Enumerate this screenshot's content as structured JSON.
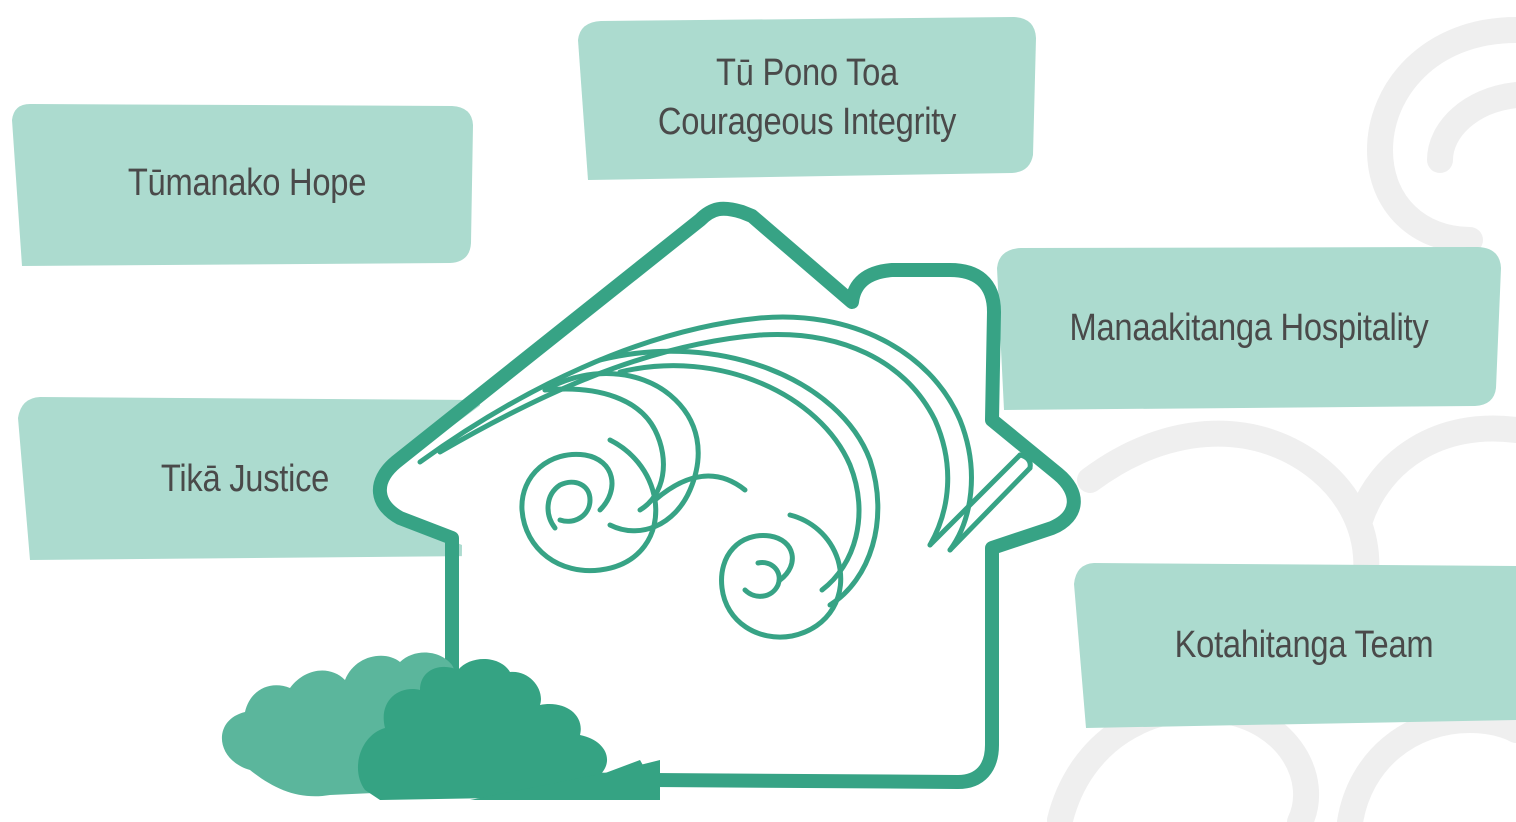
{
  "colors": {
    "card": "#acdbcf",
    "house_stroke": "#37a385",
    "bush_light": "#5bb69c",
    "bush_dark": "#35a383",
    "watermark": "#ececec",
    "text": "#4a4a4a"
  },
  "values": [
    {
      "id": "hope",
      "lines": [
        "Tūmanako Hope"
      ]
    },
    {
      "id": "integrity",
      "lines": [
        "Tū Pono Toa",
        "Courageous Integrity"
      ]
    },
    {
      "id": "hospitality",
      "lines": [
        "Manaakitanga Hospitality"
      ]
    },
    {
      "id": "justice",
      "lines": [
        "Tikā Justice"
      ]
    },
    {
      "id": "team",
      "lines": [
        "Kotahitanga Team"
      ]
    }
  ]
}
